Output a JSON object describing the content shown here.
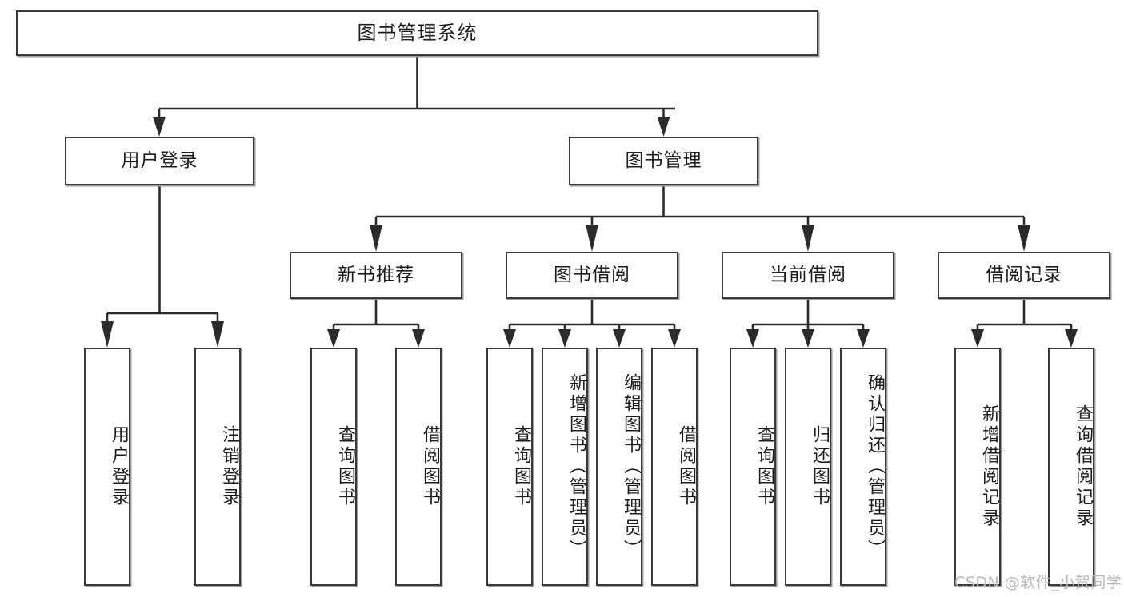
{
  "diagram": {
    "title": "图书管理系统",
    "type": "tree",
    "root": {
      "id": "root",
      "label": "图书管理系统",
      "level": 0,
      "orientation": "horizontal"
    },
    "level2": [
      {
        "id": "user-login",
        "label": "用户登录"
      },
      {
        "id": "book-manage",
        "label": "图书管理"
      }
    ],
    "level3": [
      {
        "id": "new-book-rec",
        "label": "新书推荐",
        "parent": "book-manage"
      },
      {
        "id": "book-borrow",
        "label": "图书借阅",
        "parent": "book-manage"
      },
      {
        "id": "current-borrow",
        "label": "当前借阅",
        "parent": "book-manage"
      },
      {
        "id": "borrow-record",
        "label": "借阅记录",
        "parent": "book-manage"
      }
    ],
    "leaves": {
      "user-login": [
        {
          "id": "leaf-user-login",
          "label": "用户登录"
        },
        {
          "id": "leaf-logout",
          "label": "注销登录"
        }
      ],
      "new-book-rec": [
        {
          "id": "leaf-query-book-1",
          "label": "查询图书"
        },
        {
          "id": "leaf-borrow-book-1",
          "label": "借阅图书"
        }
      ],
      "book-borrow": [
        {
          "id": "leaf-query-book-2",
          "label": "查询图书"
        },
        {
          "id": "leaf-add-book",
          "label": "新增图书（管理员）"
        },
        {
          "id": "leaf-edit-book",
          "label": "编辑图书（管理员）"
        },
        {
          "id": "leaf-borrow-book-2",
          "label": "借阅图书"
        }
      ],
      "current-borrow": [
        {
          "id": "leaf-query-book-3",
          "label": "查询图书"
        },
        {
          "id": "leaf-return-book",
          "label": "归还图书"
        },
        {
          "id": "leaf-confirm-return",
          "label": "确认归还（管理员）"
        }
      ],
      "borrow-record": [
        {
          "id": "leaf-add-record",
          "label": "新增借阅记录"
        },
        {
          "id": "leaf-query-record",
          "label": "查询借阅记录"
        }
      ]
    }
  },
  "watermark": {
    "text": "CSDN @软件_小贺同学"
  },
  "colors": {
    "background": "#ffffff",
    "box_border": "#3a3a3a",
    "box_shadow": "#9a9a9a",
    "text": "#1d1d1d",
    "connector": "#2b2b2b",
    "watermark": "#b9b9b9"
  }
}
